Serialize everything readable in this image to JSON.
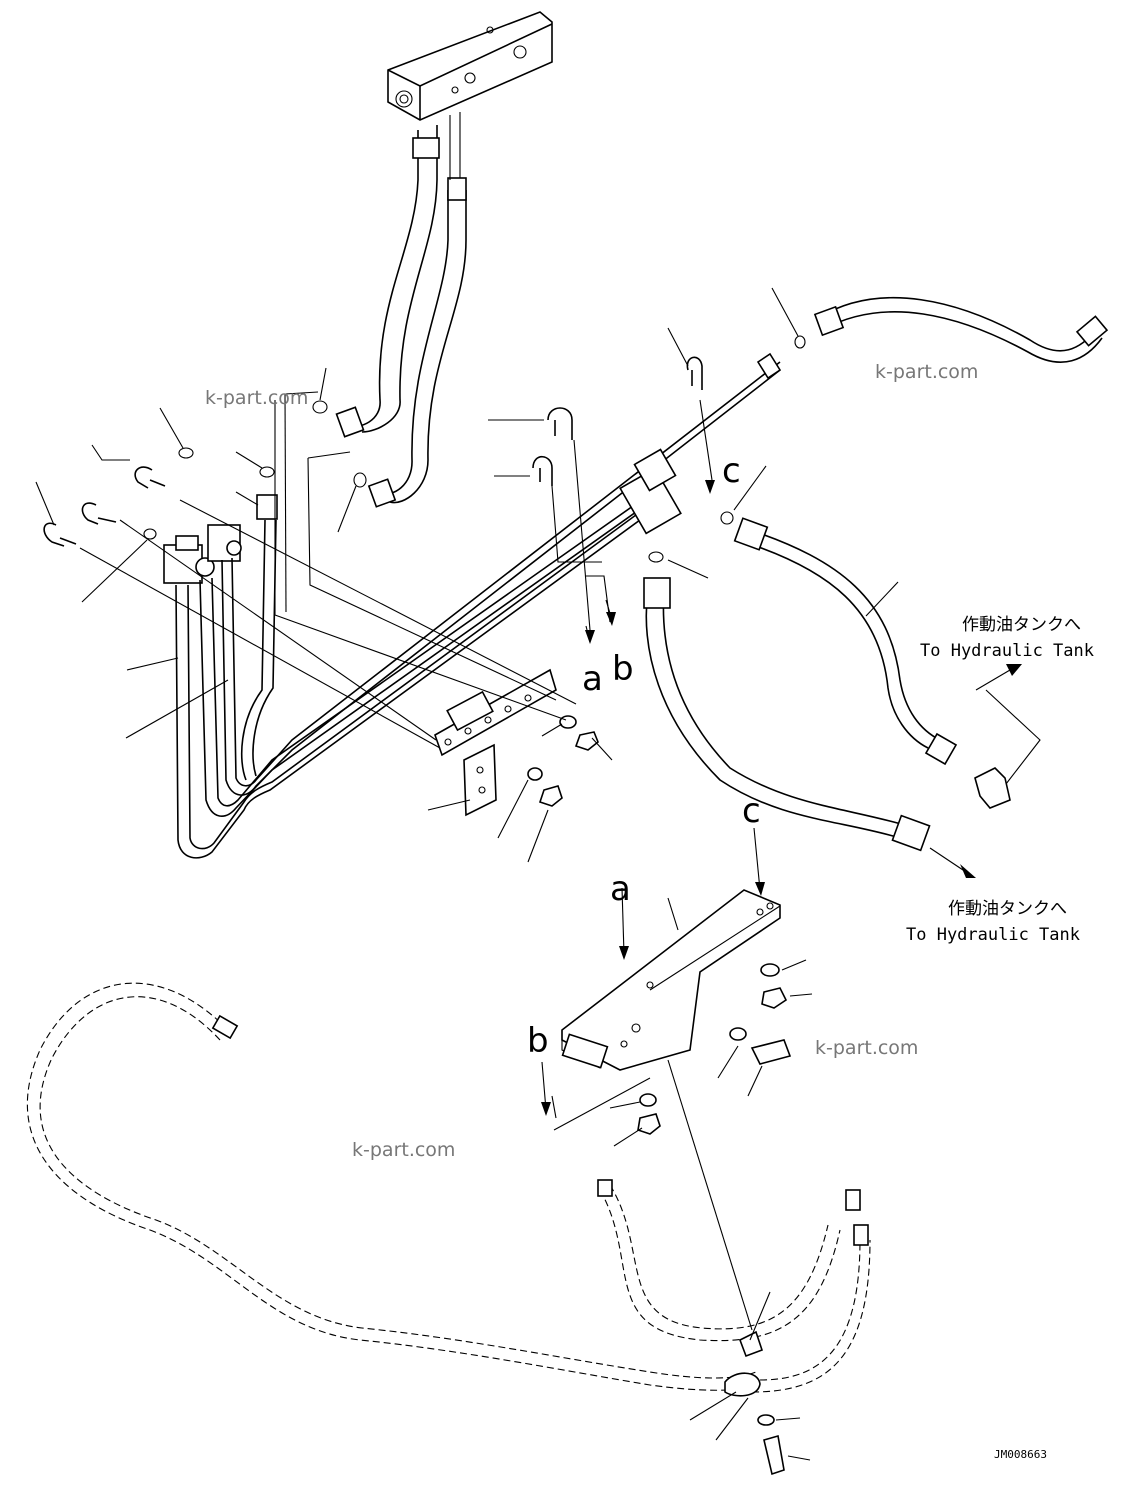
{
  "watermarks": [
    "k-part.com",
    "k-part.com",
    "k-part.com",
    "k-part.com"
  ],
  "reference_letters": {
    "a_upper": "a",
    "b_upper": "b",
    "c_upper": "c",
    "a_lower": "a",
    "b_lower": "b",
    "c_lower": "c"
  },
  "destinations": [
    {
      "jp": "作動油タンクへ",
      "en": "To Hydraulic Tank"
    },
    {
      "jp": "作動油タンクへ",
      "en": "To Hydraulic Tank"
    }
  ],
  "drawing_code": "JM008663"
}
